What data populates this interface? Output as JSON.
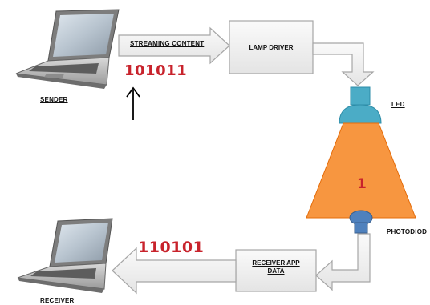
{
  "labels": {
    "streaming_content": "STREAMING CONTENT",
    "lamp_driver": "LAMP DRIVER",
    "sender": "SENDER",
    "led": "LED",
    "photodiode": "PHOTODIOD",
    "receiver_app_line1": "RECEIVER APP",
    "receiver_app_line2": "DATA",
    "receiver": "RECEIVER",
    "sent_bits": "101011",
    "received_bits": "110101",
    "light_bit": "1"
  },
  "colors": {
    "light_cone": "#f79640",
    "led": "#4bacc6",
    "photodiode": "#4f81bd",
    "bits": "#c8232c",
    "box_fill": "#efefef",
    "box_stroke": "#a6a6a6"
  }
}
